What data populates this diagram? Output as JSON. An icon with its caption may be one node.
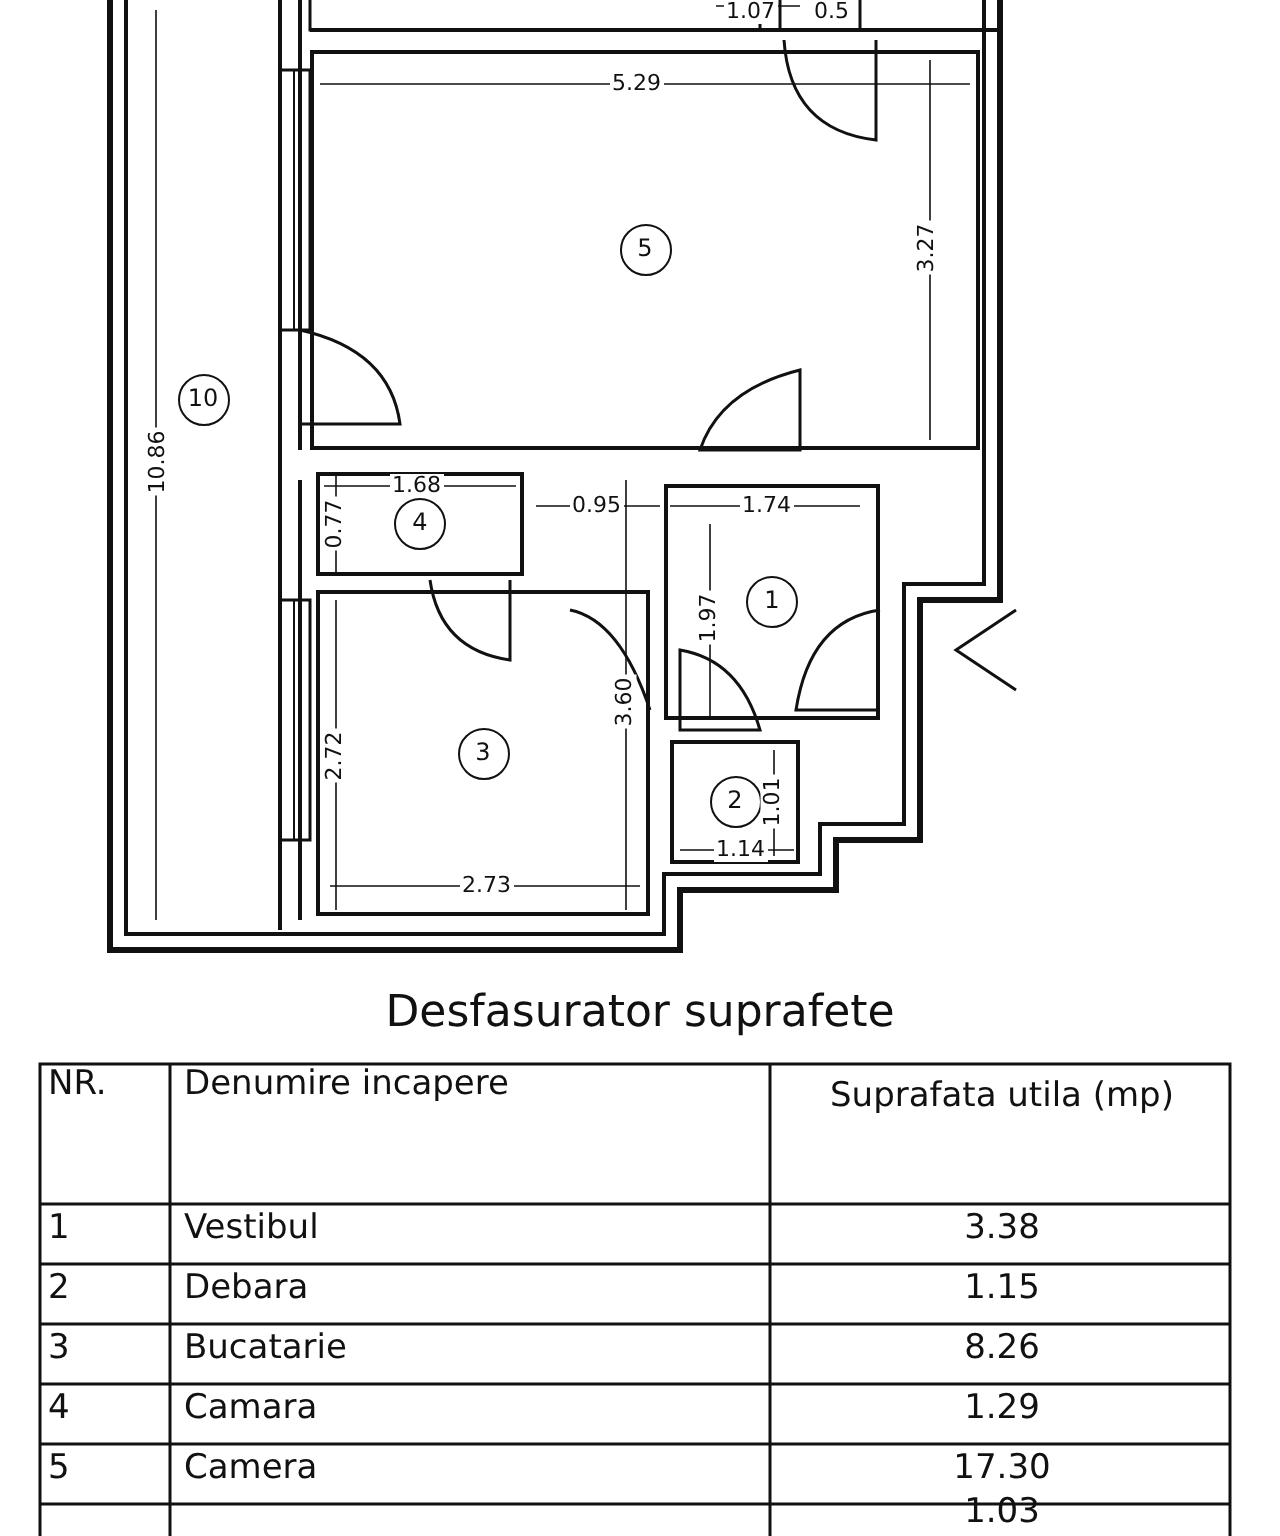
{
  "diagram": {
    "title": "Desfasurator suprafete",
    "nodes": [
      {
        "text": [
          "5"
        ]
      },
      {
        "text": [
          "10"
        ]
      },
      {
        "text": [
          "4"
        ]
      },
      {
        "text": [
          "1"
        ]
      },
      {
        "text": [
          "3"
        ]
      },
      {
        "text": [
          "2"
        ]
      }
    ],
    "labels": [
      "1.07",
      "0.5",
      "5.29",
      "10.86",
      "3.27",
      "1.68",
      "0.95",
      "1.74",
      "0.77",
      "1.97",
      "3.60",
      "2.72",
      "2.73",
      "1.01",
      "1.14",
      "NR.",
      "Denumire incapere",
      "Suprafata utila (mp)",
      "1",
      "Vestibul",
      "3.38",
      "2",
      "Debara",
      "1.15",
      "3",
      "Bucatarie",
      "8.26",
      "4",
      "Camara",
      "1.29",
      "5",
      "Camera",
      "17.30",
      "1.03"
    ]
  }
}
